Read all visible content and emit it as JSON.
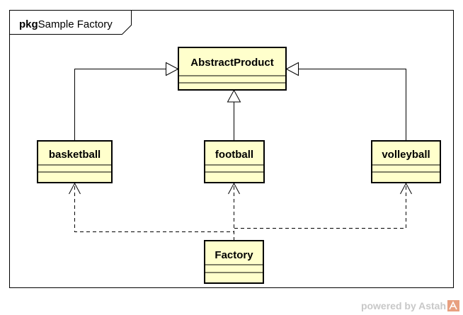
{
  "package": {
    "keyword": "pkg",
    "name": "Sample Factory"
  },
  "classes": {
    "abstract_product": "AbstractProduct",
    "basketball": "basketball",
    "football": "football",
    "volleyball": "volleyball",
    "factory": "Factory"
  },
  "relations": [
    {
      "type": "generalization",
      "from": "basketball",
      "to": "AbstractProduct"
    },
    {
      "type": "generalization",
      "from": "football",
      "to": "AbstractProduct"
    },
    {
      "type": "generalization",
      "from": "volleyball",
      "to": "AbstractProduct"
    },
    {
      "type": "dependency",
      "from": "Factory",
      "to": "basketball"
    },
    {
      "type": "dependency",
      "from": "Factory",
      "to": "football"
    },
    {
      "type": "dependency",
      "from": "Factory",
      "to": "volleyball"
    }
  ],
  "colors": {
    "class_fill": "#ffffcc",
    "stroke": "#000000",
    "watermark": "#c8c8c8",
    "watermark_logo": "#e8a080"
  },
  "watermark": {
    "text": "powered by Astah"
  }
}
